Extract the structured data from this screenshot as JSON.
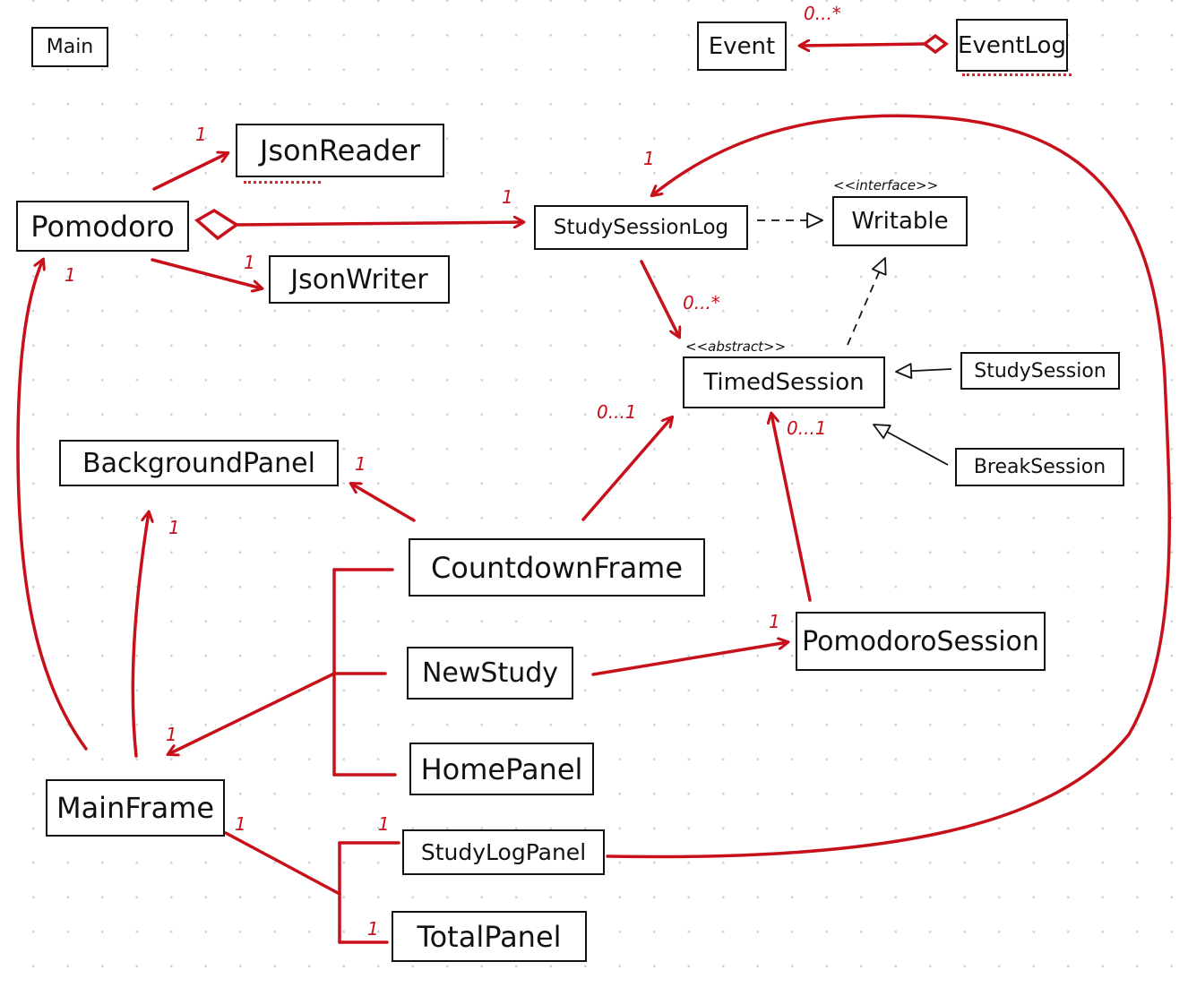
{
  "classes": {
    "main": "Main",
    "event": "Event",
    "event_log": "EventLog",
    "json_reader": "JsonReader",
    "pomodoro": "Pomodoro",
    "json_writer": "JsonWriter",
    "study_session_log": "StudySessionLog",
    "writable": "Writable",
    "timed_session": "TimedSession",
    "study_session": "StudySession",
    "break_session": "BreakSession",
    "background_panel": "BackgroundPanel",
    "countdown_frame": "CountdownFrame",
    "new_study": "NewStudy",
    "pomodoro_session": "PomodoroSession",
    "home_panel": "HomePanel",
    "main_frame": "MainFrame",
    "study_log_panel": "StudyLogPanel",
    "total_panel": "TotalPanel"
  },
  "stereotypes": {
    "writable": "<<interface>>",
    "timed_session": "<<abstract>>"
  },
  "multiplicities": {
    "event_log_to_event": "0...*",
    "pomodoro_to_json_reader": "1",
    "pomodoro_to_study_session_log": "1",
    "pomodoro_to_json_writer": "1",
    "main_frame_to_pomodoro": "1",
    "study_log_panel_to_study_session_log": "1",
    "study_session_log_to_timed_session": "0...*",
    "countdown_frame_to_timed_session": "0...1",
    "pomodoro_session_to_timed_session": "0...1",
    "countdown_frame_to_background_panel": "1",
    "main_frame_to_background_panel": "1",
    "panels_to_main_frame": "1",
    "new_study_to_pomodoro_session": "1",
    "main_frame_side": "1",
    "to_study_log_panel": "1",
    "to_total_panel": "1"
  },
  "colors": {
    "association": "#c8101a",
    "class_border": "#111111",
    "realization": "#111111",
    "grid_dot": "#cfd3d8",
    "spell_mark": "#d9262e"
  }
}
